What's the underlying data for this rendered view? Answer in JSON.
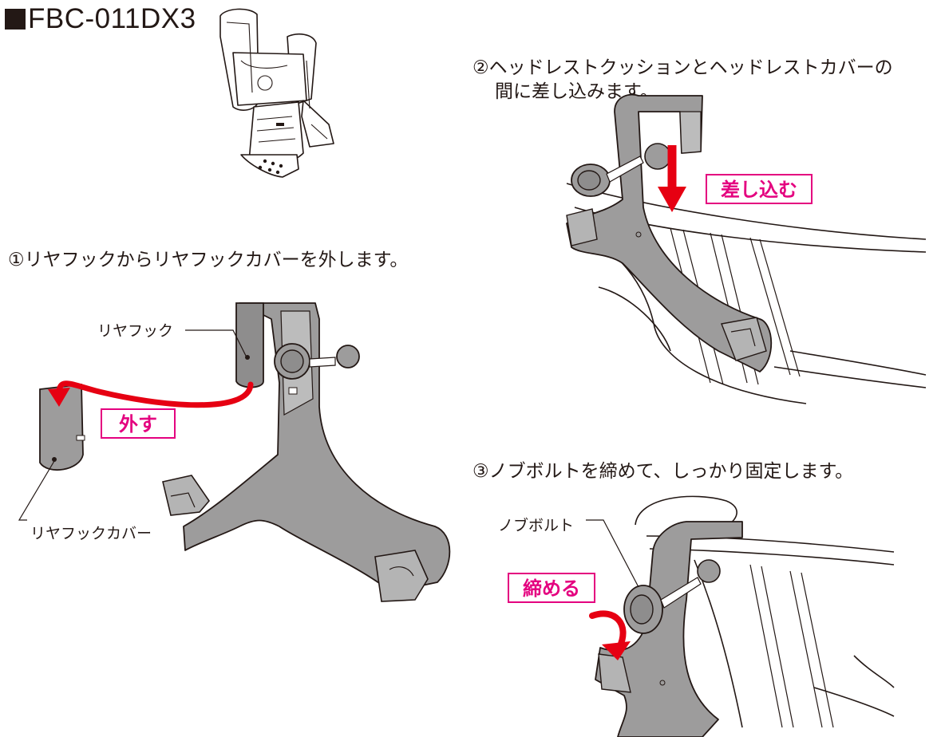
{
  "model": {
    "name": "FBC-011DX3"
  },
  "steps": {
    "step1": "①リヤフックからリヤフックカバーを外します。",
    "step2_line1": "②ヘッドレストクッションとヘッドレストカバーの",
    "step2_line2": "間に差し込みます。",
    "step3": "③ノブボルトを締めて、しっかり固定します。"
  },
  "labels": {
    "rear_hook": "リヤフック",
    "rear_hook_cover": "リヤフックカバー",
    "knob_bolt": "ノブボルト"
  },
  "actions": {
    "remove": "外す",
    "insert": "差し込む",
    "tighten": "締める"
  },
  "colors": {
    "accent": "#e4007f",
    "arrow": "#e60012",
    "part_gray": "#9d9c9c",
    "line": "#231815"
  }
}
